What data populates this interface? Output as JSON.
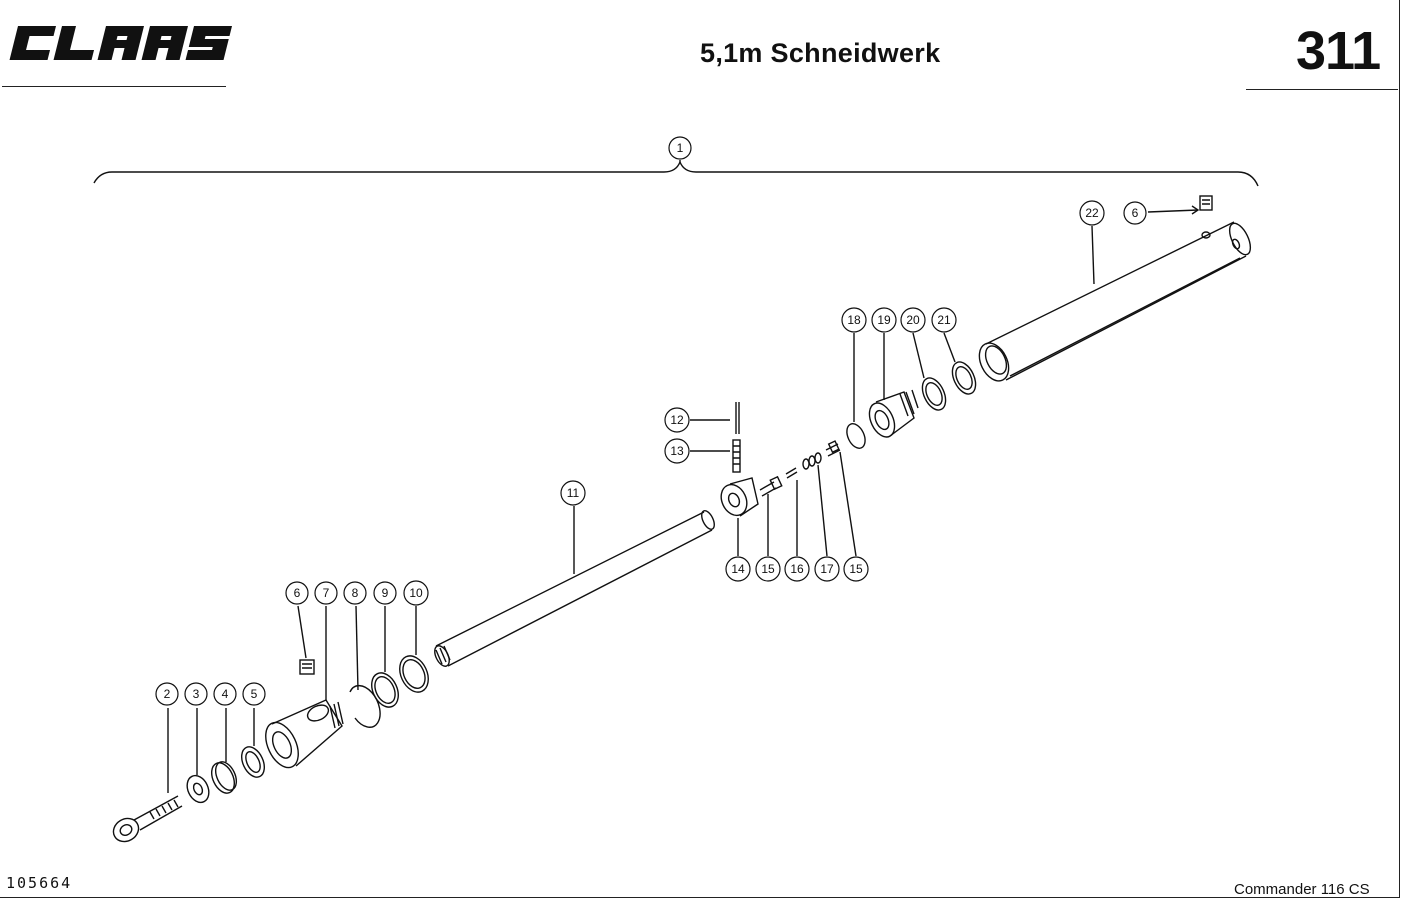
{
  "header": {
    "brand": "CLAAS",
    "title": "5,1m Schneidwerk",
    "page_number": "311"
  },
  "footer": {
    "document_number": "105664",
    "model": "Commander 116 CS"
  },
  "callouts": [
    "1",
    "2",
    "3",
    "4",
    "5",
    "6",
    "7",
    "8",
    "9",
    "10",
    "11",
    "12",
    "13",
    "14",
    "15",
    "16",
    "17",
    "15",
    "18",
    "19",
    "20",
    "21",
    "22",
    "6"
  ]
}
